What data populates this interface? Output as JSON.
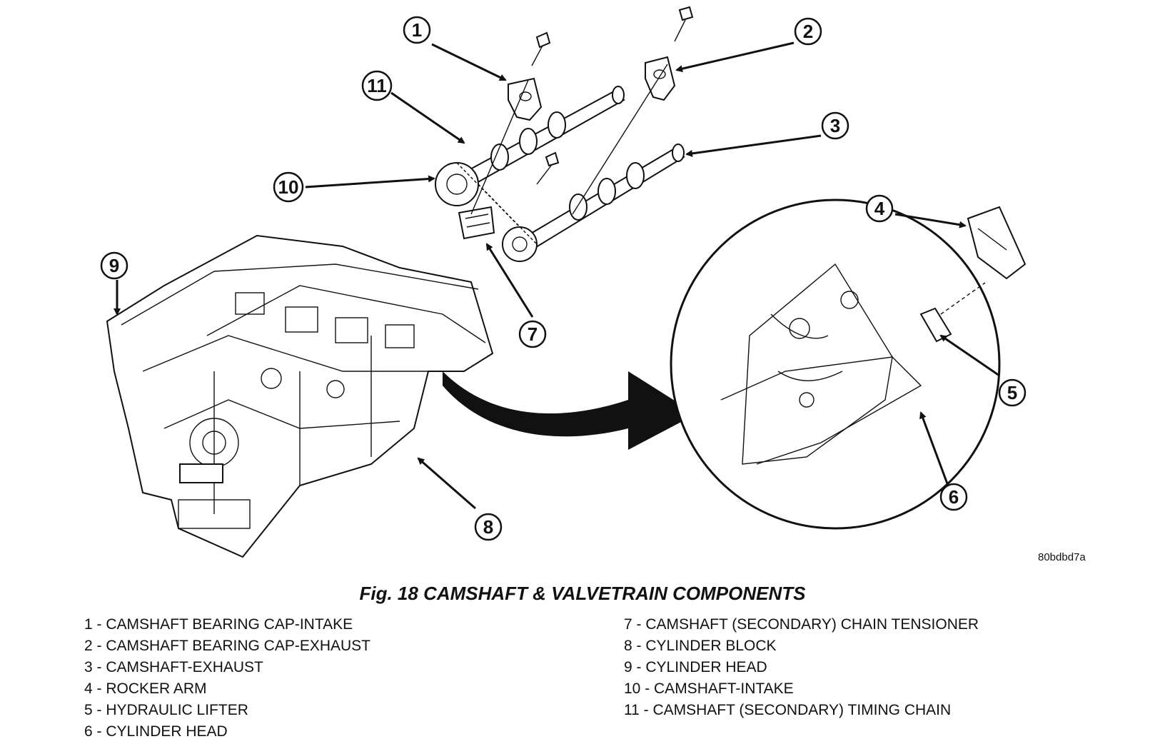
{
  "figure": {
    "code": "80bdbd7a",
    "title": "Fig. 18 CAMSHAFT & VALVETRAIN COMPONENTS"
  },
  "callouts": [
    "1",
    "2",
    "3",
    "4",
    "5",
    "6",
    "7",
    "8",
    "9",
    "10",
    "11"
  ],
  "legend": {
    "left": [
      "1 - CAMSHAFT BEARING CAP-INTAKE",
      "2 - CAMSHAFT BEARING CAP-EXHAUST",
      "3 - CAMSHAFT-EXHAUST",
      "4 - ROCKER ARM",
      "5 - HYDRAULIC LIFTER",
      "6 - CYLINDER HEAD"
    ],
    "right": [
      "7 - CAMSHAFT (SECONDARY) CHAIN TENSIONER",
      "8 - CYLINDER BLOCK",
      "9 - CYLINDER HEAD",
      "10 - CAMSHAFT-INTAKE",
      "11 - CAMSHAFT (SECONDARY) TIMING CHAIN"
    ]
  }
}
